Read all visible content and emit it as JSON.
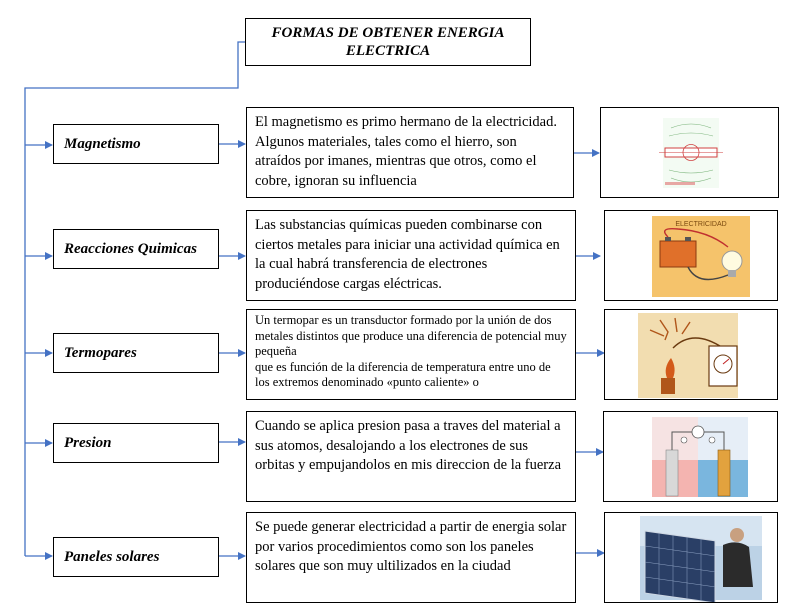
{
  "title": "FORMAS DE OBTENER ENERGIA ELECTRICA",
  "rows": [
    {
      "label": "Magnetismo",
      "description": "El magnetismo es primo hermano de la electricidad. Algunos materiales, tales como el hierro, son atraídos por imanes, mientras que otros, como el cobre, ignoran su influencia",
      "image_icon": "magnet-field-diagram"
    },
    {
      "label": "Reacciones Quimicas",
      "description": "Las substancias químicas pueden combinarse con ciertos metales para iniciar una actividad química en la cual habrá transferencia de electrones produciéndose cargas eléctricas.",
      "image_icon": "battery-bulb-illustration",
      "image_caption": "ELECTRICIDAD"
    },
    {
      "label": "Termopares",
      "description": "Un termopar es un transductor formado por la unión de dos metales distintos que produce una diferencia de potencial muy pequeña\nque es función de la diferencia de temperatura entre uno de los extremos denominado «punto caliente» o",
      "image_icon": "thermocouple-flame-illustration"
    },
    {
      "label": "Presion",
      "description": "Cuando se aplica presion pasa a traves del material a sus atomos, desalojando a los electrones de sus orbitas y empujandolos en mis direccion de la fuerza",
      "image_icon": "electrochemical-cell-diagram"
    },
    {
      "label": "Paneles solares",
      "description": "Se puede generar electricidad a partir de energia solar por varios procedimientos como son los paneles solares que son muy ultilizados en la ciudad",
      "image_icon": "solar-panel-photo"
    }
  ],
  "colors": {
    "connector": "#4472c4",
    "border": "#000000"
  }
}
